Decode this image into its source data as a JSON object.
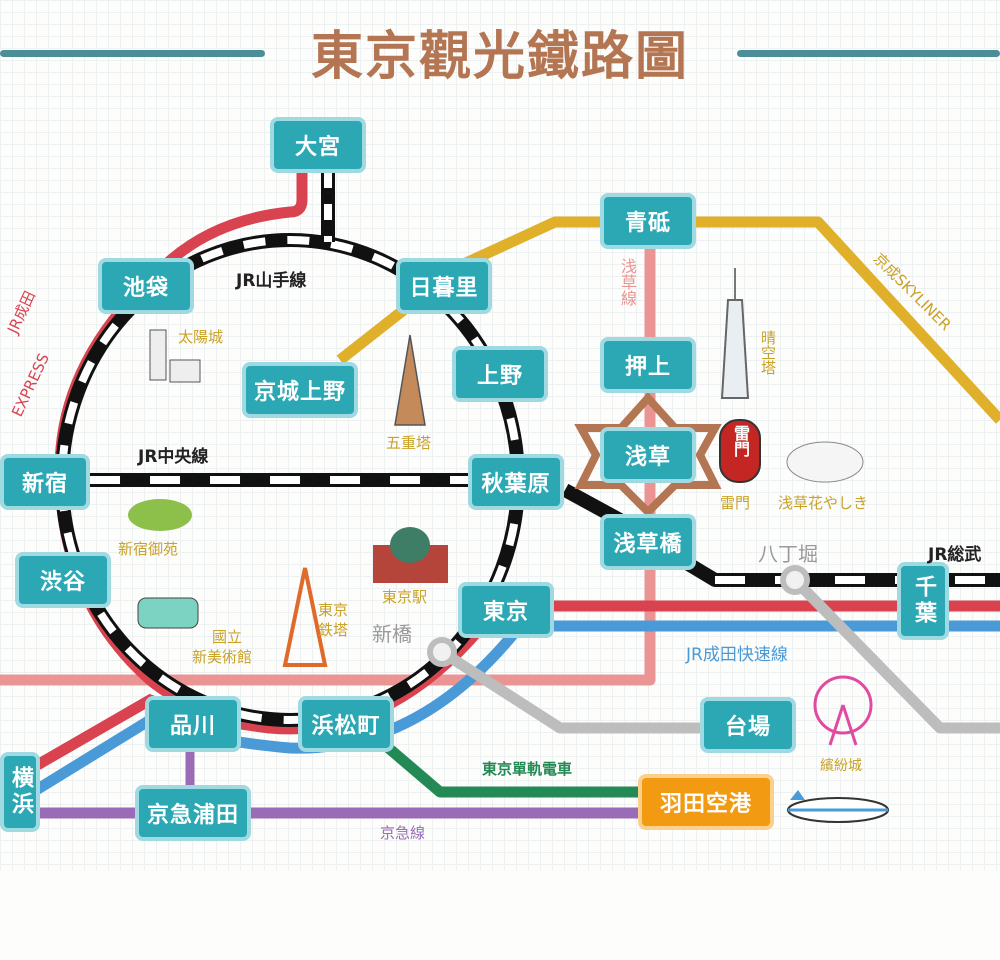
{
  "title": "東京觀光鐵路圖",
  "colors": {
    "station_fill": "#2ba8b4",
    "station_border": "#9fd9e2",
    "airport_fill": "#f19a12",
    "title_color": "#b47652",
    "title_bar": "#4c8e98",
    "jr_express_red": "#d8434f",
    "jr_rapid_blue": "#4a9ad8",
    "keisei_yellow": "#e0b02a",
    "asakusa_pink": "#ea9494",
    "yurikamome_grey": "#bdbdbd",
    "monorail_green": "#238a55",
    "keikyu_purple": "#9a6bb6"
  },
  "stations": {
    "omiya": "大宮",
    "ikebukuro": "池袋",
    "nippori": "日暮里",
    "aoto": "青砥",
    "keisei_ueno": "京城上野",
    "ueno": "上野",
    "oshiage": "押上",
    "asakusa": "浅草",
    "shinjuku": "新宿",
    "akihabara": "秋葉原",
    "asakusabashi": "浅草橋",
    "shibuya": "渋谷",
    "tokyo": "東京",
    "chiba": "千葉",
    "shinagawa": "品川",
    "hamamatsucho": "浜松町",
    "odaiba": "台場",
    "yokohama": "横浜",
    "keikyu_kamata": "京急浦田",
    "haneda": "羽田空港"
  },
  "minor_stations": {
    "shimbashi": "新橋",
    "hatchobori": "八丁堀"
  },
  "lines": {
    "yamanote": "JR山手線",
    "chuo": "JR中央線",
    "narita_express_1": "JR成田",
    "narita_express_2": "EXPRESS",
    "keisei_skyliner": "京成SKYLINER",
    "asakusa_line": "浅草線",
    "sobu": "JR総武",
    "narita_rapid": "JR成田快速線",
    "monorail": "東京單軌電車",
    "keikyu": "京急線"
  },
  "landmarks": {
    "sunshine": "太陽城",
    "five_story_pagoda": "五重塔",
    "skytree": "晴空塔",
    "kaminarimon": "雷門",
    "kaminarimon_lantern": "雷門",
    "hanayashiki": "浅草花やしき",
    "shinjuku_gyoen": "新宿御苑",
    "tokyo_station": "東京駅",
    "tokyo_tower": "東京鉄塔",
    "national_art_center_1": "國立",
    "national_art_center_2": "新美術館",
    "palette_town": "繽紛城"
  }
}
